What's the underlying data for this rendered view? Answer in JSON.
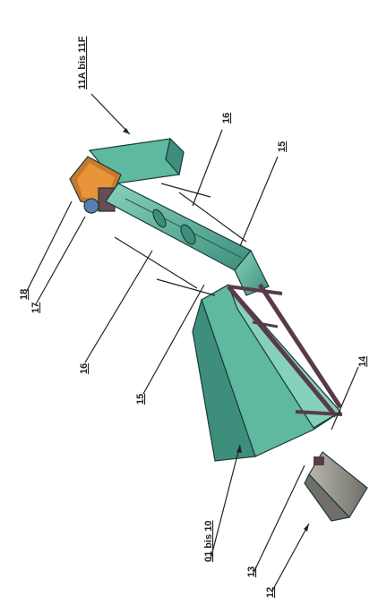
{
  "labels": {
    "l11": "11A bis 11F",
    "l16a": "16",
    "l15a": "15",
    "l18": "18",
    "l17": "17",
    "l16b": "16",
    "l15b": "15",
    "l14": "14",
    "l01": "01 bis 10",
    "l13": "13",
    "l12": "12"
  },
  "colors": {
    "teal": "#5fb8a0",
    "teal_dark": "#3d8f7c",
    "teal_light": "#86d1bc",
    "frame": "#5a3a4a",
    "orange": "#e8943a",
    "gray": "#8e8e86"
  }
}
